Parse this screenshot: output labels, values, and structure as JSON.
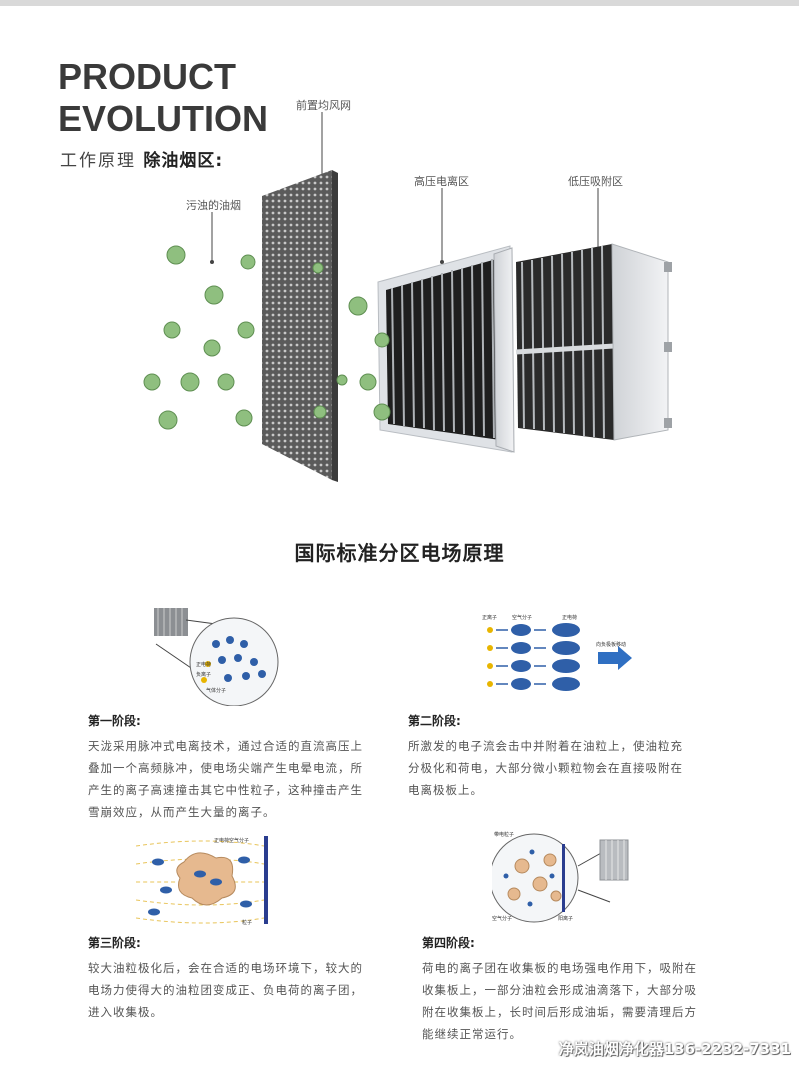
{
  "header": {
    "title_line1": "PRODUCT",
    "title_line2": "EVOLUTION",
    "subtitle_prefix": "工作原理",
    "subtitle_emphasis": "除油烟区:"
  },
  "callouts": {
    "front_mesh": "前置均风网",
    "dirty_smoke": "污浊的油烟",
    "high_voltage": "高压电离区",
    "low_voltage": "低压吸附区"
  },
  "section_title": "国际标准分区电场原理",
  "stages": [
    {
      "heading": "第一阶段:",
      "lines": [
        "天泷采用脉冲式电离技术，通过合适的直流高压上",
        "叠加一个高频脉冲，使电场尖端产生电晕电流，所",
        "产生的离子高速撞击其它中性粒子，这种撞击产生",
        "雪崩效应，从而产生大量的离子。"
      ],
      "labels": [
        "正电荷",
        "负离子",
        "气体分子"
      ]
    },
    {
      "heading": "第二阶段:",
      "lines": [
        "所激发的电子流会击中并附着在油粒上，使油粒充",
        "分极化和荷电，大部分微小颗粒物会在直接吸附在",
        "电离极板上。"
      ],
      "labels": [
        "正离子",
        "空气分子",
        "正电荷",
        "向负极板移动"
      ]
    },
    {
      "heading": "第三阶段:",
      "lines": [
        "较大油粒极化后，会在合适的电场环境下，较大的",
        "电场力使得大的油粒团变成正、负电荷的离子团，",
        "进入收集极。"
      ],
      "labels": [
        "正电荷空气分子",
        "粒子"
      ]
    },
    {
      "heading": "第四阶段:",
      "lines": [
        "荷电的离子团在收集板的电场强电作用下，吸附在",
        "收集板上，一部分油粒会形成油滴落下，大部分吸",
        "附在收集板上，长时间后形成油垢，需要清理后方",
        "能继续正常运行。"
      ],
      "labels": [
        "带电粒子",
        "空气分子",
        "阳离子"
      ]
    }
  ],
  "watermark": "净岚油烟净化器136-2232-7331"
}
